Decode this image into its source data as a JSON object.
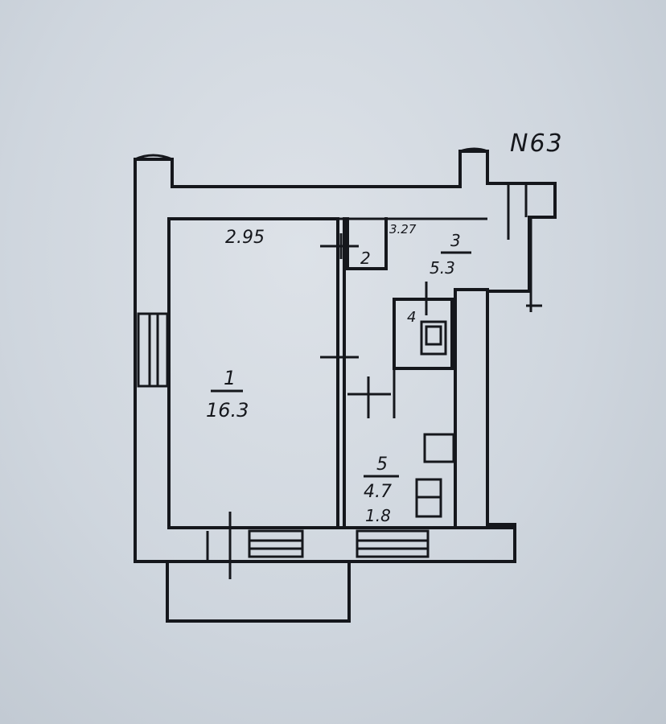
{
  "plan": {
    "number": "N63",
    "dimensions": {
      "room1_width": "2.95",
      "room3_width": "3.27",
      "balcony_width": "1.8"
    },
    "rooms": [
      {
        "id": "1",
        "area": "16.3"
      },
      {
        "id": "2",
        "area": ""
      },
      {
        "id": "3",
        "area": "5.3"
      },
      {
        "id": "4",
        "area": ""
      },
      {
        "id": "5",
        "area": "4.7"
      }
    ]
  }
}
